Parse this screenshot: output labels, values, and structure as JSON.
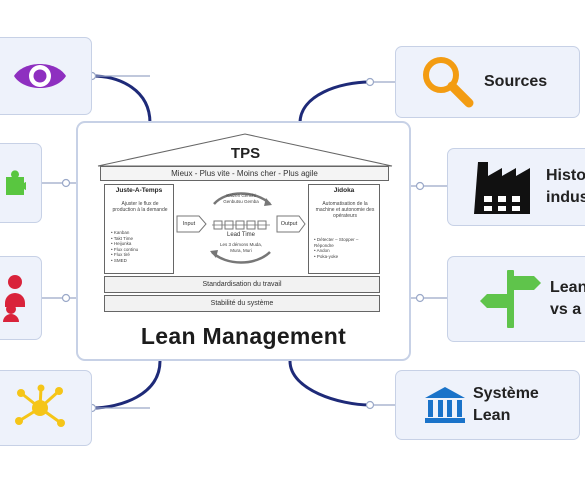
{
  "center": {
    "house": {
      "title": "TPS",
      "subtitle": "Mieux - Plus vite - Moins cher - Plus agile",
      "left_pillar": {
        "title": "Juste-A-Temps",
        "desc": "Ajuster le flux de production à la demande",
        "items": [
          "• Kanban",
          "• Takt Time",
          "• Heijunka",
          "• Flux continu",
          "• Flux tiré",
          "• SMED"
        ]
      },
      "right_pillar": {
        "title": "Jidoka",
        "desc": "Automatisation de la machine et autonomie des opérateurs",
        "items": [
          "• Détecter – Stopper – Répondre",
          "• Andon",
          "• Poka-yoke"
        ]
      },
      "middle": {
        "top_text": "Kaizen Genchi Genbutsu Gemba",
        "input": "Input",
        "output": "Output",
        "lead_time": "Lead Time",
        "bottom_text": "Les 3 démons Muda, Mura, Muri"
      },
      "base1": "Standardisation du travail",
      "base2": "Stabilité du système"
    },
    "title": "Lean Management"
  },
  "nodes": {
    "sources": {
      "label": "Sources",
      "icon": "magnifier-icon",
      "color": "#f39c12"
    },
    "histoire": {
      "label": "Histo\nindus",
      "icon": "factory-icon",
      "color": "#111111"
    },
    "lean_vs_agile": {
      "label": "Lean\nvs a",
      "icon": "signpost-icon",
      "color": "#5fc44b"
    },
    "systeme": {
      "label": "Système\nLean",
      "icon": "bank-icon",
      "color": "#1a73c9"
    },
    "left1": {
      "icon": "eye-icon",
      "color": "#8e2fc0"
    },
    "left2": {
      "icon": "puzzle-icon",
      "color": "#59c640"
    },
    "left3": {
      "icon": "people-icon",
      "color": "#d9233b"
    },
    "left4": {
      "icon": "network-icon",
      "color": "#f5c518"
    }
  },
  "colors": {
    "connector": "#1e2a78",
    "node_bg": "#eef2fb",
    "node_border": "#c7d1e6"
  }
}
